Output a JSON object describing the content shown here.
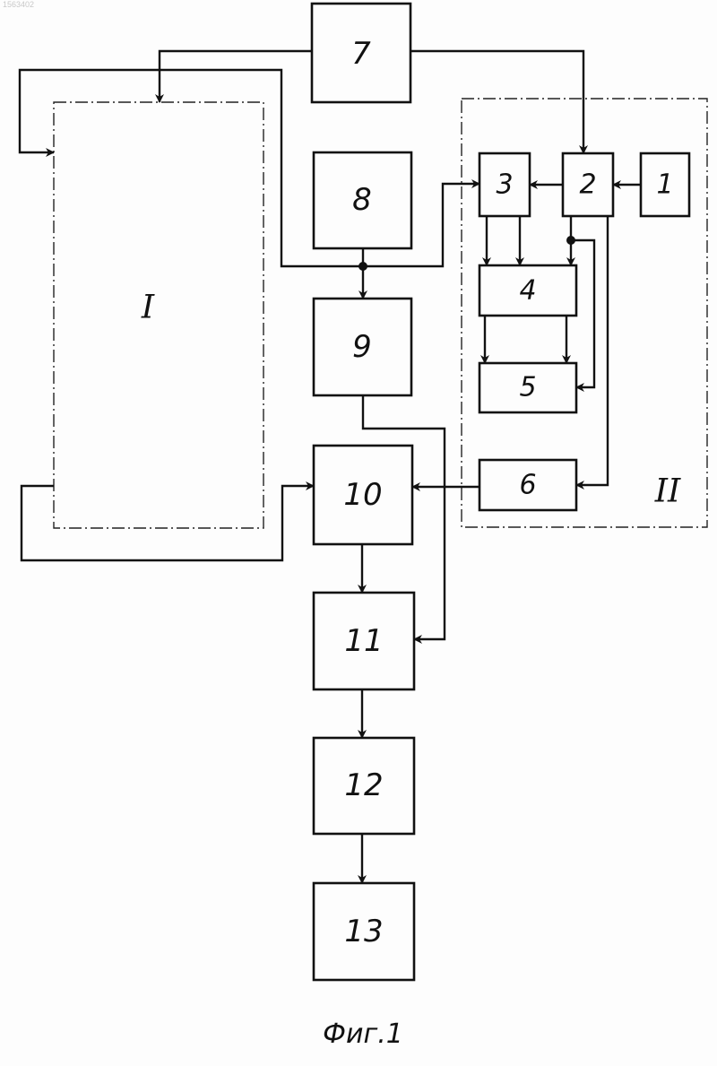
{
  "corner_id": "1563402",
  "caption": "Фиг.1",
  "groups": {
    "group_1": "I",
    "group_2": "II"
  },
  "blocks": {
    "b1": "1",
    "b2": "2",
    "b3": "3",
    "b4": "4",
    "b5": "5",
    "b6": "6",
    "b7": "7",
    "b8": "8",
    "b9": "9",
    "b10": "10",
    "b11": "11",
    "b12": "12",
    "b13": "13"
  },
  "colors": {
    "ink": "#111111",
    "paper": "#fdfdfd"
  }
}
